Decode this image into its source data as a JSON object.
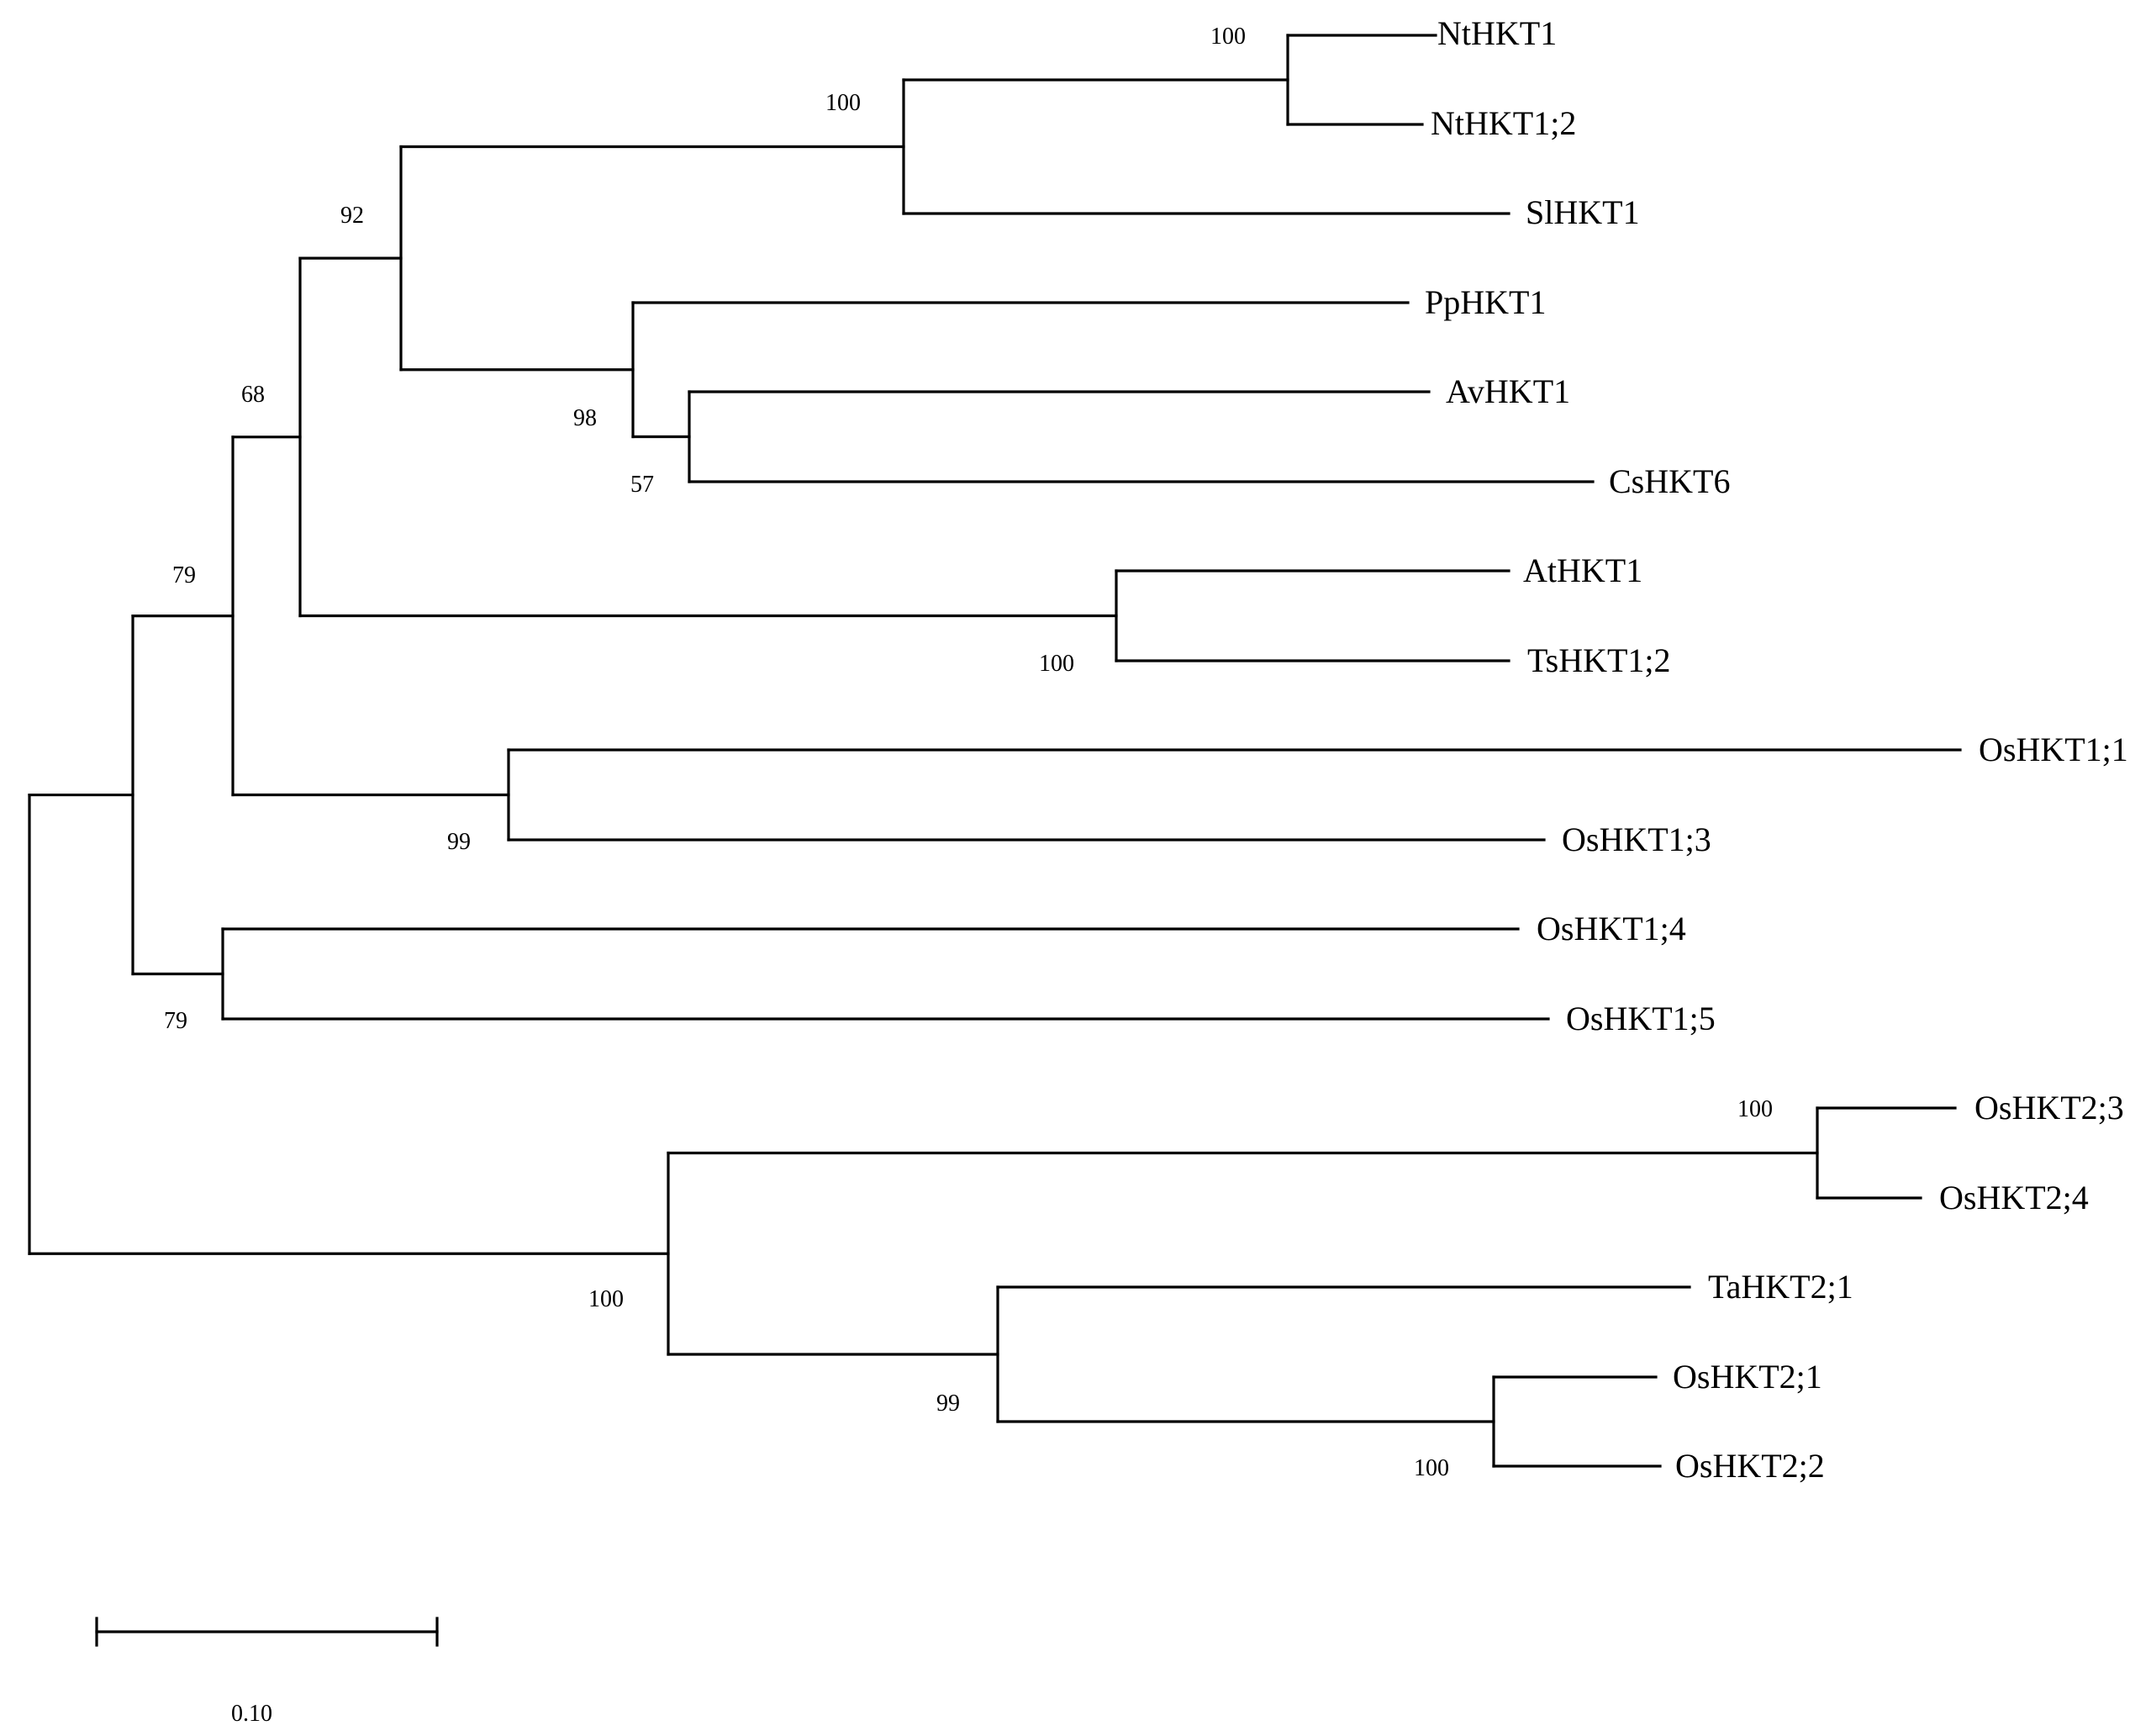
{
  "colors": {
    "line": "#000000",
    "text": "#000000",
    "background": "#ffffff"
  },
  "leaves": [
    "NtHKT1",
    "NtHKT1;2",
    "SlHKT1",
    "PpHKT1",
    "AvHKT1",
    "CsHKT6",
    "AtHKT1",
    "TsHKT1;2",
    "OsHKT1;1",
    "OsHKT1;3",
    "OsHKT1;4",
    "OsHKT1;5",
    "OsHKT2;3",
    "OsHKT2;4",
    "TaHKT2;1",
    "OsHKT2;1",
    "OsHKT2;2"
  ],
  "support_values": {
    "nt": "100",
    "solanaceae": "100",
    "clade92": "92",
    "clade98": "98",
    "clade57": "57",
    "clade68": "68",
    "brassicaceae": "100",
    "clade79_upper": "79",
    "os_1_3": "99",
    "os_4_5": "79",
    "hkt2": "100",
    "os_hkt2_3_4": "100",
    "hkt2_sub": "99",
    "os_hkt2_1_2": "100"
  },
  "scale_bar": {
    "label": "0.10",
    "length": 0.1
  }
}
